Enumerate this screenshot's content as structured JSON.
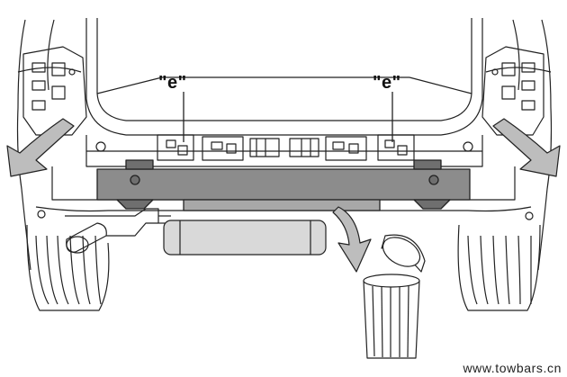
{
  "labels": {
    "left": "\"e\"",
    "right": "\"e\""
  },
  "watermark": "www.towbars.cn",
  "colors": {
    "line": "#222222",
    "arrow_fill": "#bdbdbd",
    "beam_fill": "#8c8c8c",
    "tank_fill": "#d9d9d9",
    "background": "#ffffff"
  }
}
